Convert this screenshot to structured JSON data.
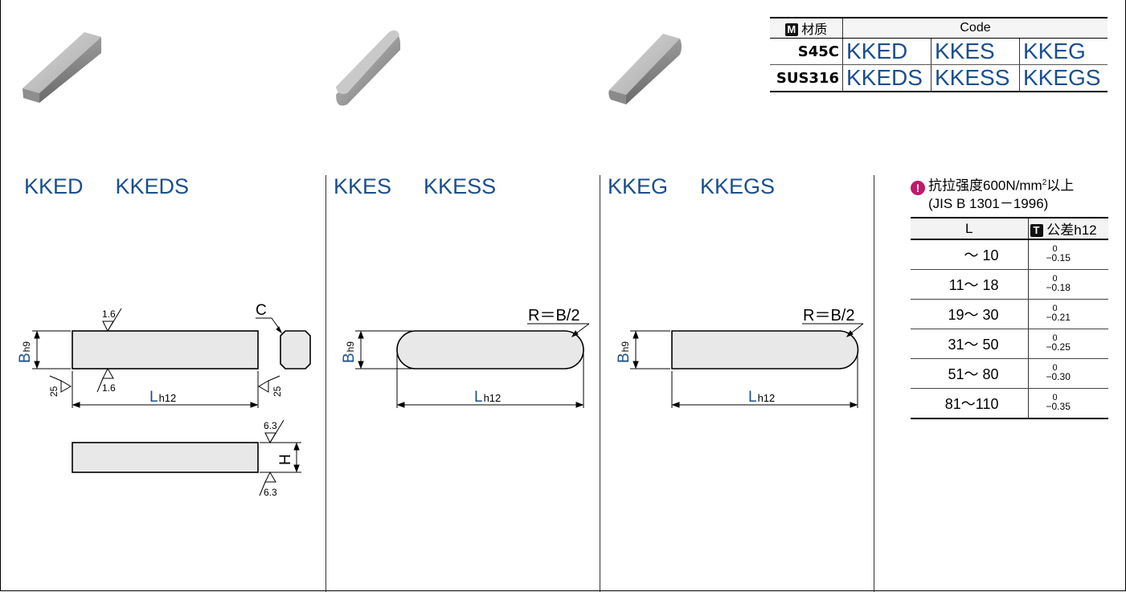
{
  "material_table": {
    "material_badge": "M",
    "material_header": "材质",
    "code_header": "Code",
    "rows": [
      {
        "material": "S45C",
        "codes": [
          "KKED",
          "KKES",
          "KKEG"
        ]
      },
      {
        "material": "SUS316",
        "codes": [
          "KKEDS",
          "KKESS",
          "KKEGS"
        ]
      }
    ]
  },
  "sections": [
    {
      "codes": [
        "KKED",
        "KKEDS"
      ]
    },
    {
      "codes": [
        "KKES",
        "KKESS"
      ]
    },
    {
      "codes": [
        "KKEG",
        "KKEGS"
      ]
    }
  ],
  "drawing_labels": {
    "b": "B",
    "b_sub": "h9",
    "l": "L",
    "l_sub": "h12",
    "h": "H",
    "c": "C",
    "radius": "R＝B/2",
    "rough_fine": "1.6",
    "rough_side": "25",
    "rough_top": "6.3"
  },
  "note": {
    "icon": "!",
    "line1_text": "抗拉强度600N/mm",
    "line1_sup": "2",
    "line1_suffix": "以上",
    "line2": "(JIS B 1301－1996)"
  },
  "tolerance_table": {
    "l_header": "L",
    "tol_badge": "T",
    "tol_header": "公差h12",
    "rows": [
      {
        "range": "～ 10",
        "upper": "0",
        "lower": "−0.15"
      },
      {
        "range": "11～ 18",
        "upper": "0",
        "lower": "−0.18"
      },
      {
        "range": "19～ 30",
        "upper": "0",
        "lower": "−0.21"
      },
      {
        "range": "31～ 50",
        "upper": "0",
        "lower": "−0.25"
      },
      {
        "range": "51～ 80",
        "upper": "0",
        "lower": "−0.30"
      },
      {
        "range": "81～110",
        "upper": "0",
        "lower": "−0.35"
      }
    ]
  }
}
